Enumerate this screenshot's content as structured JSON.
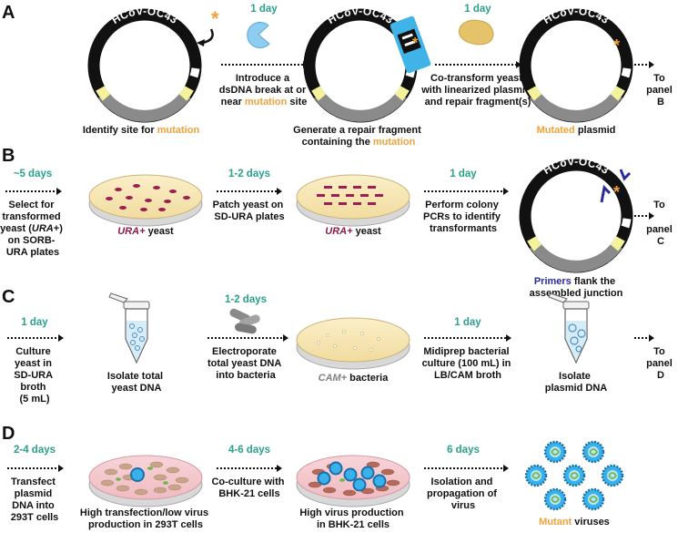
{
  "colors": {
    "duration": "#2aa18a",
    "mutation": "#f2a23a",
    "ura_yeast": "#8b1a4a",
    "cam_bacteria": "#808080",
    "primers": "#2a2a9a",
    "fragment": "#40b4e6",
    "yeast_cell": "#e5c36a",
    "enzyme": "#8fcdf0",
    "plasmid": "#111111",
    "plasmid_gray": "#8a8a8a",
    "plasmid_yellow": "#f4f29a",
    "virus": "#37b2ea"
  },
  "panels": {
    "a": {
      "letter": "A",
      "plasmid_label": "HCoV-OC43",
      "mutation_star": "*",
      "step1": {
        "line1": "Identify site for ",
        "highlight": "mutation"
      },
      "arrow1": {
        "duration": "1 day",
        "line1": "Introduce a",
        "line2": "dsDNA break at or",
        "line3_prefix": "near ",
        "line3_highlight": "mutation",
        "line3_suffix": " site"
      },
      "step2": {
        "line1": "Generate a repair fragment",
        "line2_prefix": "containing the ",
        "line2_highlight": "mutation"
      },
      "arrow2": {
        "duration": "1 day",
        "line1": "Co-transform yeast",
        "line2": "with linearized plasmid",
        "line3": "and repair fragment(s)"
      },
      "step3": {
        "highlight": "Mutated",
        "suffix": " plasmid"
      },
      "next": {
        "line1": "To",
        "line2": "panel",
        "line3": "B"
      }
    },
    "b": {
      "letter": "B",
      "arrow1": {
        "duration": "~5 days",
        "line1": "Select for",
        "line2": "transformed",
        "line3_prefix": "yeast (",
        "line3_italic": "URA",
        "line3_suffix": "+)",
        "line4": "on SORB-",
        "line5": "URA plates"
      },
      "plate1": {
        "highlight": "URA+",
        "suffix": " yeast"
      },
      "arrow2": {
        "duration": "1-2 days",
        "line1": "Patch yeast on",
        "line2": "SD-URA plates"
      },
      "plate2": {
        "highlight": "URA+",
        "suffix": " yeast"
      },
      "arrow3": {
        "duration": "1 day",
        "line1": "Perform colony",
        "line2": "PCRs to identify",
        "line3": "transformants"
      },
      "plasmid_label": "HCoV-OC43",
      "mutation_star": "*",
      "primers": {
        "highlight": "Primers",
        "line1_suffix": " flank the",
        "line2": "assembled junction"
      },
      "next": {
        "line1": "To",
        "line2": "panel",
        "line3": "C"
      }
    },
    "c": {
      "letter": "C",
      "arrow1": {
        "duration": "1 day",
        "line1": "Culture",
        "line2": "yeast in",
        "line3": "SD-URA",
        "line4": "broth",
        "line5": "(5 mL)"
      },
      "tube1": {
        "line1": "Isolate total",
        "line2": "yeast DNA"
      },
      "electro": {
        "duration": "1-2 days",
        "line1": "Electroporate",
        "line2": "total yeast DNA",
        "line3": "into bacteria"
      },
      "plate": {
        "highlight": "CAM+",
        "suffix": " bacteria"
      },
      "arrow2": {
        "duration": "1 day",
        "line1": "Midiprep bacterial",
        "line2": "culture (100 mL) in",
        "line3": "LB/CAM broth"
      },
      "tube2": {
        "line1": "Isolate",
        "line2": "plasmid DNA"
      },
      "next": {
        "line1": "To",
        "line2": "panel",
        "line3": "D"
      }
    },
    "d": {
      "letter": "D",
      "arrow1": {
        "duration": "2-4 days",
        "line1": "Transfect",
        "line2": "plasmid",
        "line3": "DNA into",
        "line4": "293T cells"
      },
      "dish1": {
        "line1": "High transfection/low virus",
        "line2": "production in 293T cells"
      },
      "arrow2": {
        "duration": "4-6 days",
        "line1": "Co-culture with",
        "line2": "BHK-21 cells"
      },
      "dish2": {
        "line1": "High virus production",
        "line2": "in BHK-21 cells"
      },
      "arrow3": {
        "duration": "6 days",
        "line1": "Isolation and",
        "line2": "propagation of",
        "line3": "virus"
      },
      "viruses": {
        "highlight": "Mutant",
        "suffix": " viruses"
      }
    }
  }
}
